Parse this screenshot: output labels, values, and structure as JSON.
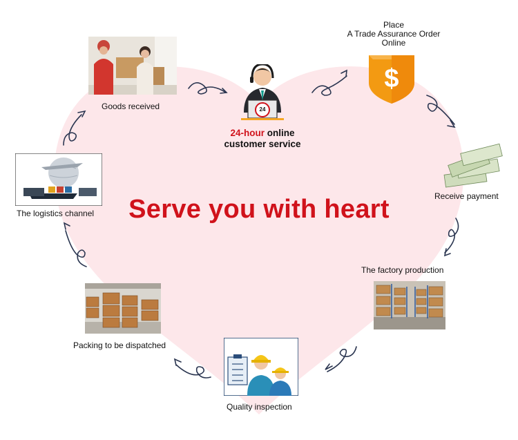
{
  "title": "Serve you with heart",
  "steps": {
    "goods_received": "Goods received",
    "customer_service_highlight": "24-hour",
    "customer_service_rest": "online",
    "customer_service_line2": "customer service",
    "place_line1": "Place",
    "place_line2": "A Trade Assurance Order",
    "place_line3": "Online",
    "receive_payment": "Receive payment",
    "factory_production": "The factory production",
    "quality_inspection": "Quality inspection",
    "packing": "Packing to be dispatched",
    "logistics": "The logistics channel"
  },
  "badge_24": "24",
  "colors": {
    "accent_red": "#d0121b",
    "heart_fill": "#fde7ea",
    "arrow": "#2a3550",
    "shield_orange": "#f39a12"
  }
}
